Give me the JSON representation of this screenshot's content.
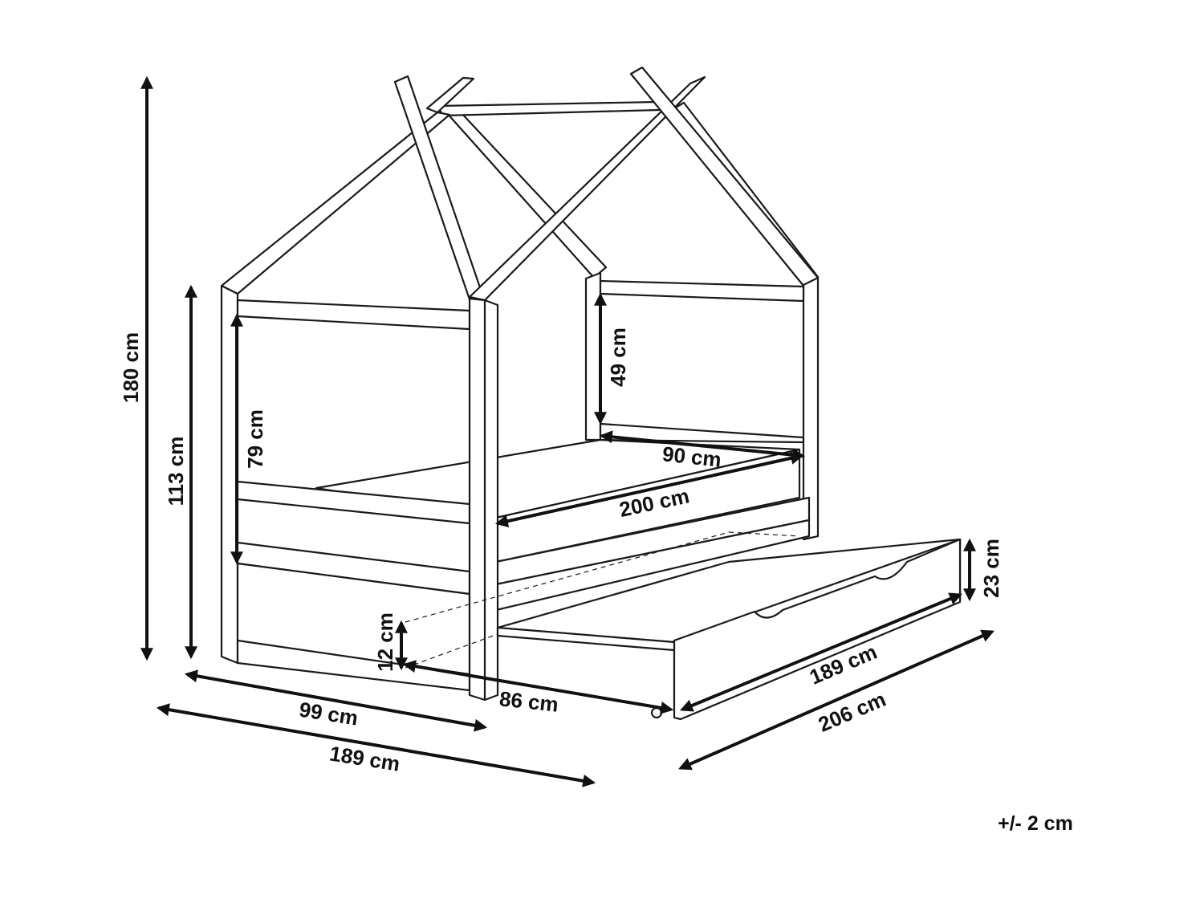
{
  "dimensions": {
    "total_height": "180 cm",
    "side_height": "113 cm",
    "guard_height": "79 cm",
    "headboard_height": "49 cm",
    "mattress_width": "90 cm",
    "mattress_length": "200 cm",
    "drawer_height": "23 cm",
    "drawer_clearance": "12 cm",
    "drawer_length": "189 cm",
    "drawer_extension": "86 cm",
    "bed_width": "99 cm",
    "bed_depth_front": "189 cm",
    "bed_length": "206 cm"
  },
  "tolerance": "+/- 2 cm",
  "colors": {
    "line": "#1a1a1a",
    "background": "#ffffff"
  }
}
